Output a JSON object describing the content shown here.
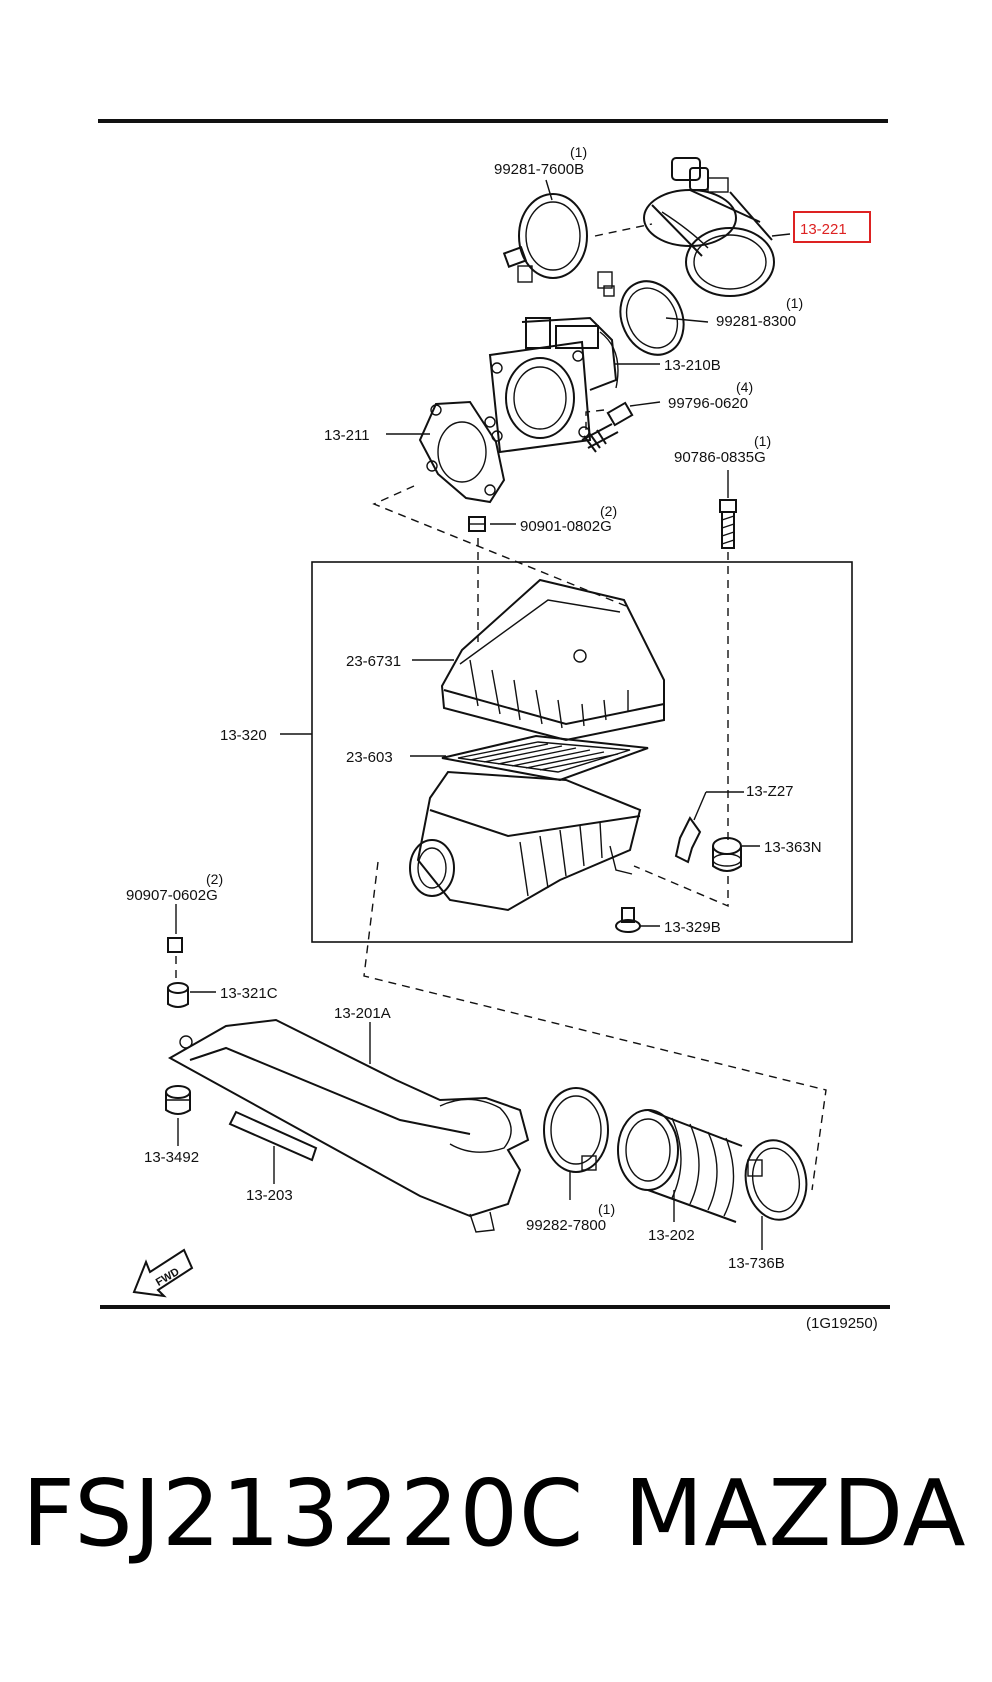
{
  "diagram": {
    "highlighted_part": "13-221",
    "reference_code": "(1G19250)",
    "fwd_label": "FWD",
    "labels": [
      {
        "id": "99281-7600B",
        "text": "99281-7600B",
        "qty": "(1)"
      },
      {
        "id": "13-221",
        "text": "13-221",
        "qty": ""
      },
      {
        "id": "99281-8300",
        "text": "99281-8300",
        "qty": "(1)"
      },
      {
        "id": "13-210B",
        "text": "13-210B",
        "qty": ""
      },
      {
        "id": "99796-0620",
        "text": "99796-0620",
        "qty": "(4)"
      },
      {
        "id": "13-211",
        "text": "13-211",
        "qty": ""
      },
      {
        "id": "90786-0835G",
        "text": "90786-0835G",
        "qty": "(1)"
      },
      {
        "id": "90901-0802G",
        "text": "90901-0802G",
        "qty": "(2)"
      },
      {
        "id": "23-6731",
        "text": "23-6731",
        "qty": ""
      },
      {
        "id": "13-320",
        "text": "13-320",
        "qty": ""
      },
      {
        "id": "23-603",
        "text": "23-603",
        "qty": ""
      },
      {
        "id": "13-Z27",
        "text": "13-Z27",
        "qty": ""
      },
      {
        "id": "13-363N",
        "text": "13-363N",
        "qty": ""
      },
      {
        "id": "13-329B",
        "text": "13-329B",
        "qty": ""
      },
      {
        "id": "90907-0602G",
        "text": "90907-0602G",
        "qty": "(2)"
      },
      {
        "id": "13-321C",
        "text": "13-321C",
        "qty": ""
      },
      {
        "id": "13-201A",
        "text": "13-201A",
        "qty": ""
      },
      {
        "id": "13-3492",
        "text": "13-3492",
        "qty": ""
      },
      {
        "id": "13-203",
        "text": "13-203",
        "qty": ""
      },
      {
        "id": "99282-7800",
        "text": "99282-7800",
        "qty": "(1)"
      },
      {
        "id": "13-202",
        "text": "13-202",
        "qty": ""
      },
      {
        "id": "13-736B",
        "text": "13-736B",
        "qty": ""
      }
    ]
  },
  "caption": {
    "part_number": "FSJ213220C",
    "brand": "MAZDA"
  },
  "colors": {
    "line": "#111111",
    "highlight": "#dd2222",
    "background": "#ffffff"
  }
}
